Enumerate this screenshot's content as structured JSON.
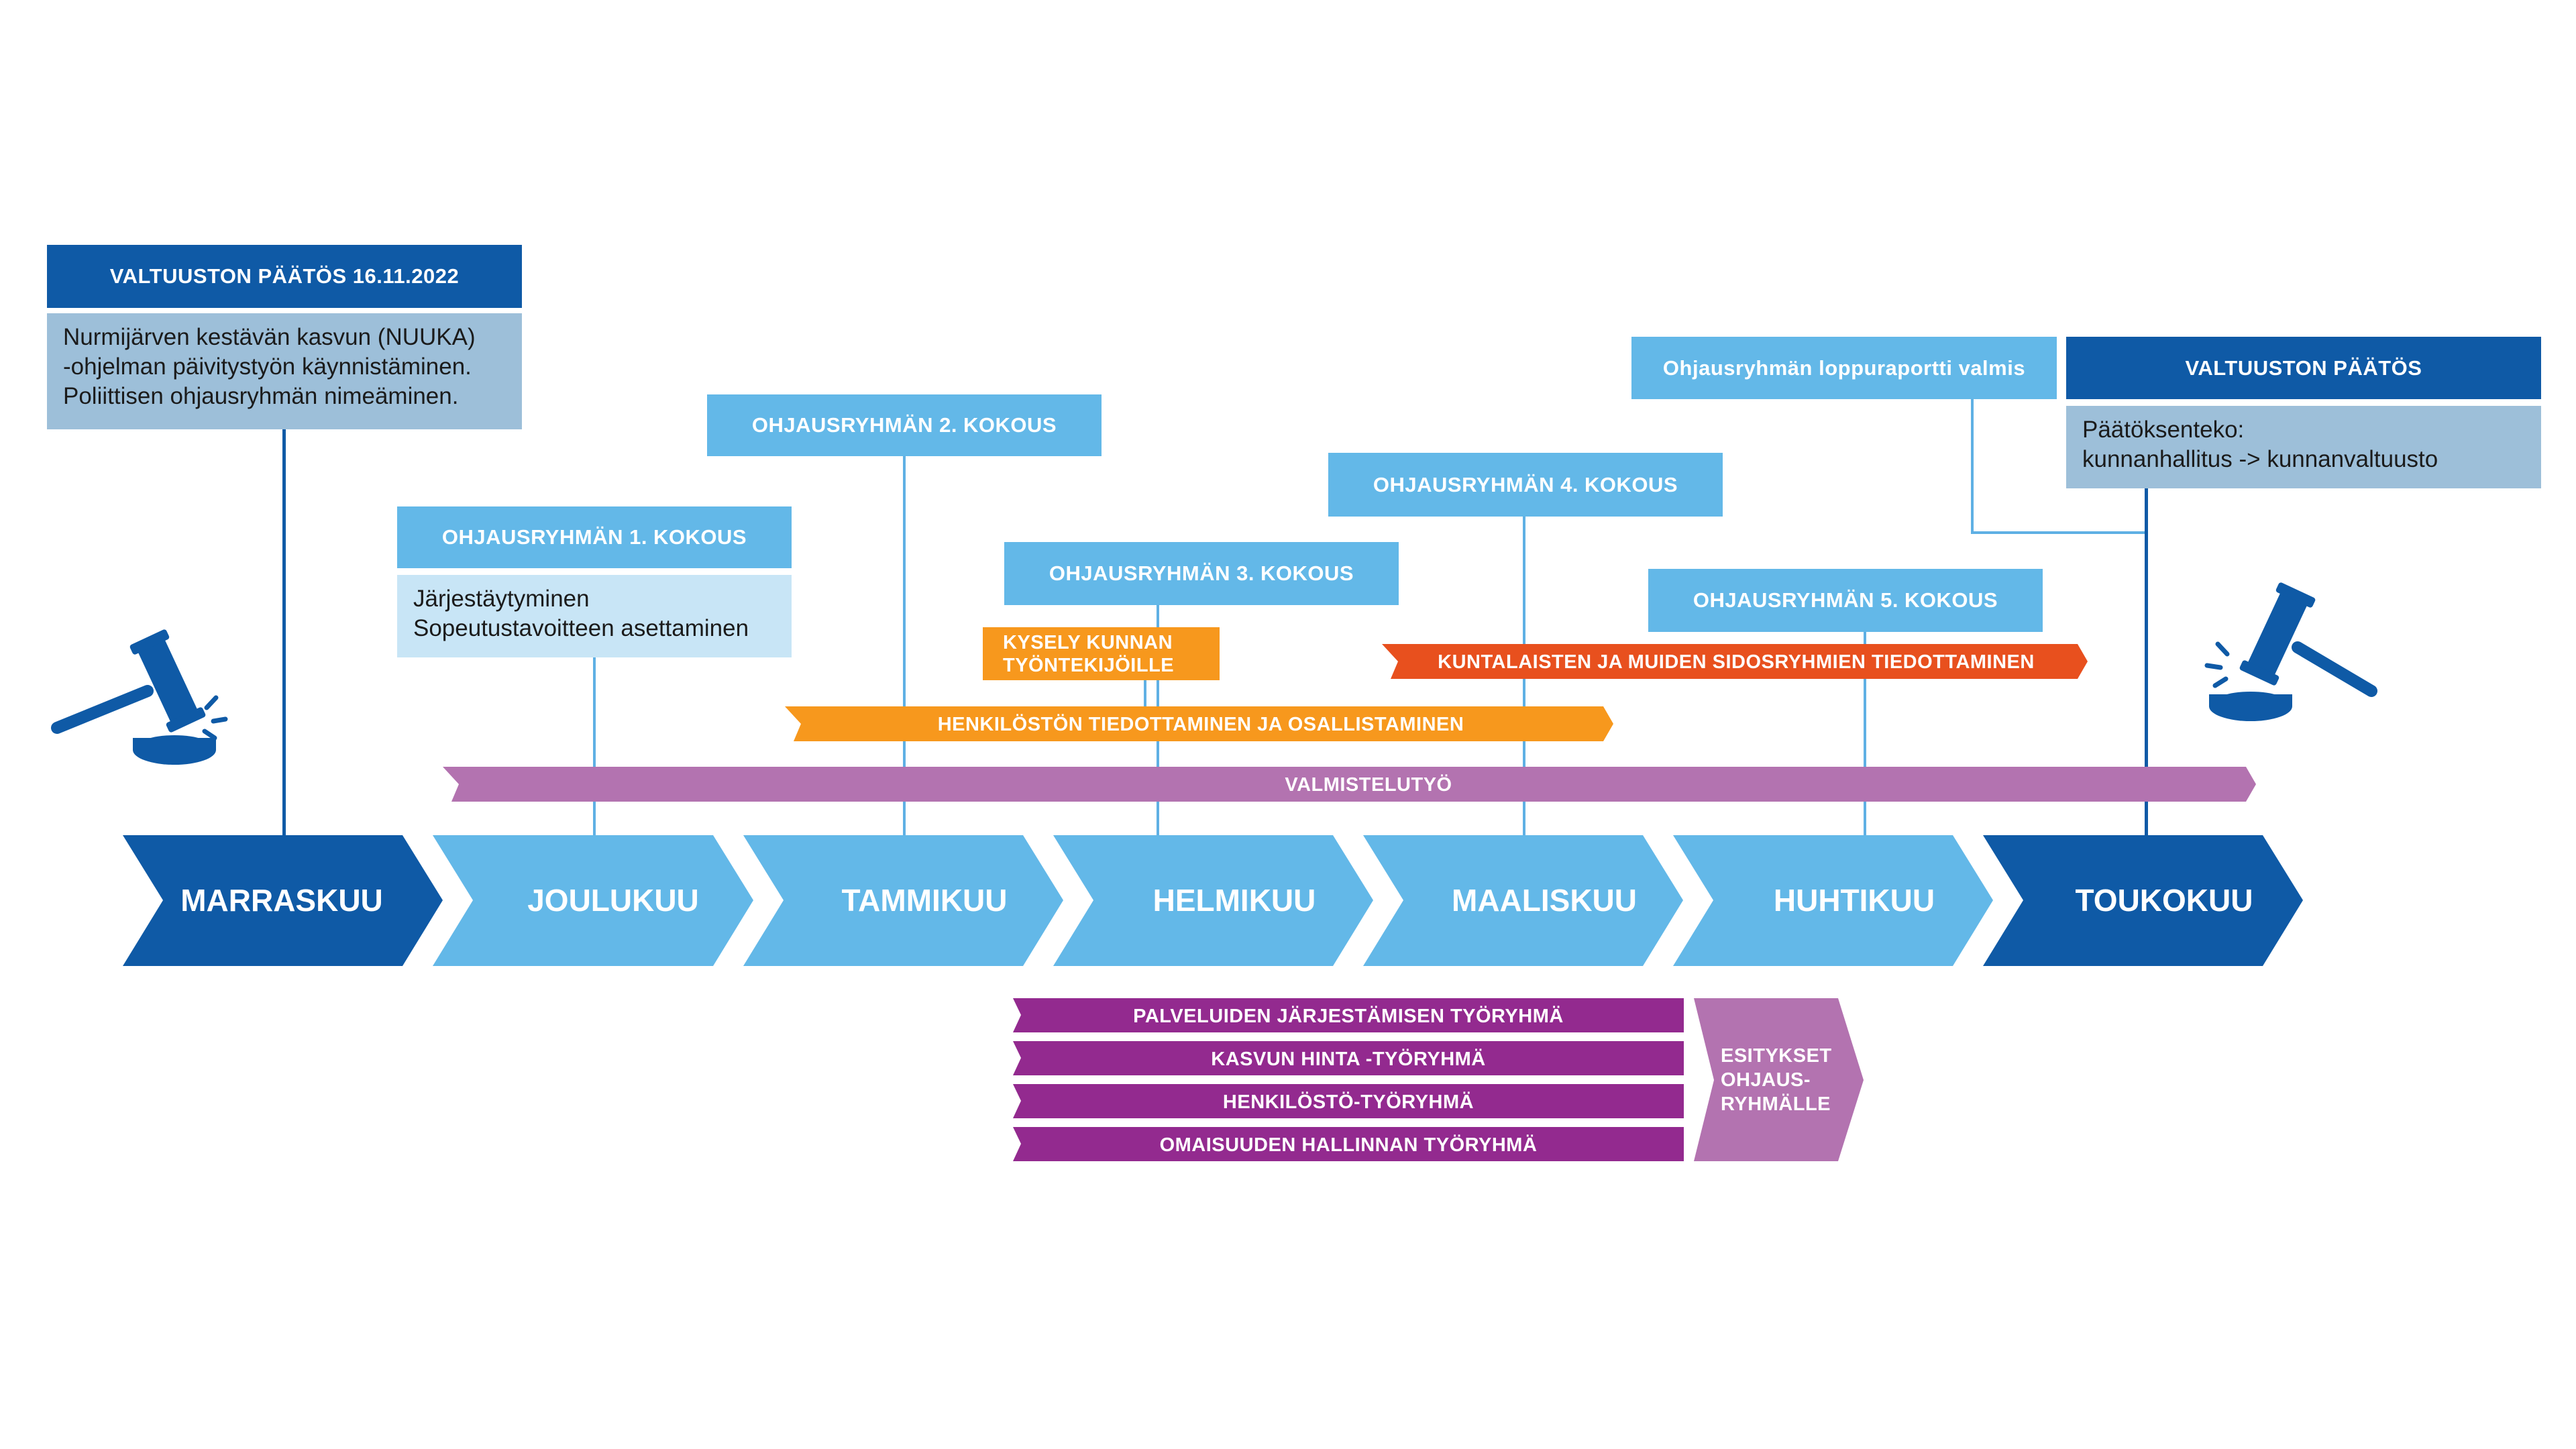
{
  "valtuusto_start": {
    "title": "VALTUUSTON PÄÄTÖS 16.11.2022",
    "lines": [
      "Nurmijärven kestävän kasvun (NUUKA)",
      "-ohjelman päivitystyön käynnistäminen.",
      "Poliittisen ohjausryhmän nimeäminen."
    ]
  },
  "meetings": {
    "m1": {
      "title": "OHJAUSRYHMÄN 1. KOKOUS",
      "lines": [
        "Järjestäytyminen",
        "Sopeutustavoitteen asettaminen"
      ]
    },
    "m2": {
      "title": "OHJAUSRYHMÄN 2. KOKOUS"
    },
    "m3": {
      "title": "OHJAUSRYHMÄN 3. KOKOUS"
    },
    "m4": {
      "title": "OHJAUSRYHMÄN 4. KOKOUS"
    },
    "m5": {
      "title": "OHJAUSRYHMÄN 5. KOKOUS"
    }
  },
  "final_report": "Ohjausryhmän loppuraportti valmis",
  "valtuusto_end": {
    "title": "VALTUUSTON PÄÄTÖS",
    "lines": [
      "Päätöksenteko:",
      "kunnanhallitus -> kunnanvaltuusto"
    ]
  },
  "kysely": [
    "KYSELY KUNNAN",
    "TYÖNTEKIJÖILLE"
  ],
  "bars": {
    "kuntalaiset": "KUNTALAISTEN JA MUIDEN SIDOSRYHMIEN TIEDOTTAMINEN",
    "henkilosto": "HENKILÖSTÖN TIEDOTTAMINEN JA OSALLISTAMINEN",
    "valmistelu": "VALMISTELUTYÖ"
  },
  "months": [
    "MARRASKUU",
    "JOULUKUU",
    "TAMMIKUU",
    "HELMIKUU",
    "MAALISKUU",
    "HUHTIKUU",
    "TOUKOKUU"
  ],
  "workgroups": [
    "PALVELUIDEN JÄRJESTÄMISEN TYÖRYHMÄ",
    "KASVUN HINTA -TYÖRYHMÄ",
    "HENKILÖSTÖ-TYÖRYHMÄ",
    "OMAISUUDEN HALLINNAN TYÖRYHMÄ"
  ],
  "esitykset": [
    "ESITYKSET",
    "OHJAUS-",
    "RYHMÄLLE"
  ],
  "colors": {
    "dark_blue": "#0f5aa6",
    "light_blue": "#63b8e8",
    "pale_blue": "#c8e5f6",
    "grey_blue": "#9dbfd9",
    "orange": "#f7981d",
    "red_orange": "#e8501e",
    "lilac": "#b373b0",
    "purple": "#932a8f"
  },
  "icons": {
    "gavel_left": "gavel-icon",
    "gavel_right": "gavel-icon"
  }
}
